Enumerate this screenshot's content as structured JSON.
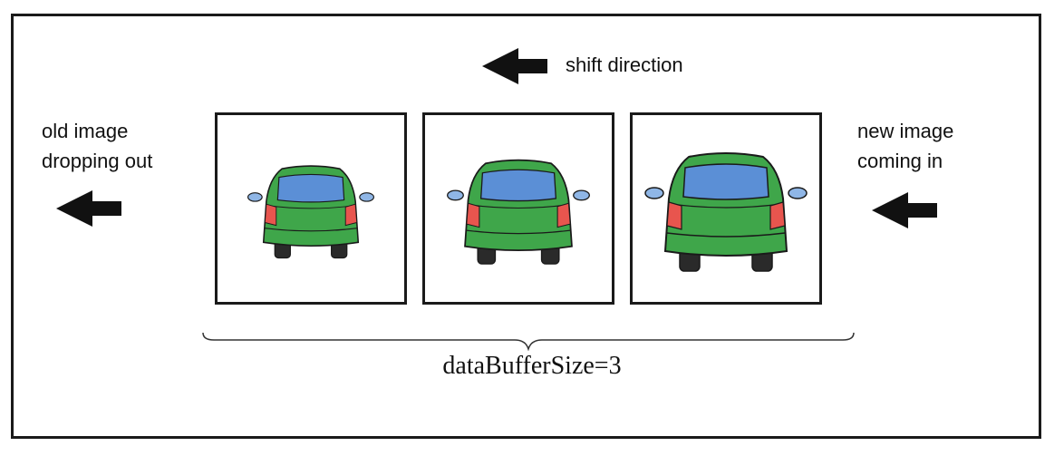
{
  "labels": {
    "shift_direction": "shift direction",
    "old_image": "old image\ndropping out",
    "new_image": "new image\ncoming in",
    "buffer_size": "dataBufferSize=3"
  },
  "buffer": {
    "images": [
      {
        "label": "car-image-1",
        "scale": 0.78
      },
      {
        "label": "car-image-2",
        "scale": 0.88
      },
      {
        "label": "car-image-3",
        "scale": 1.0
      }
    ]
  },
  "colors": {
    "car_body": "#3fa64a",
    "car_window": "#5b8fd6",
    "tail_light": "#e8554e",
    "mirror": "#8fb6e6",
    "tire": "#2a2a2a",
    "stroke": "#1a1a1a"
  }
}
